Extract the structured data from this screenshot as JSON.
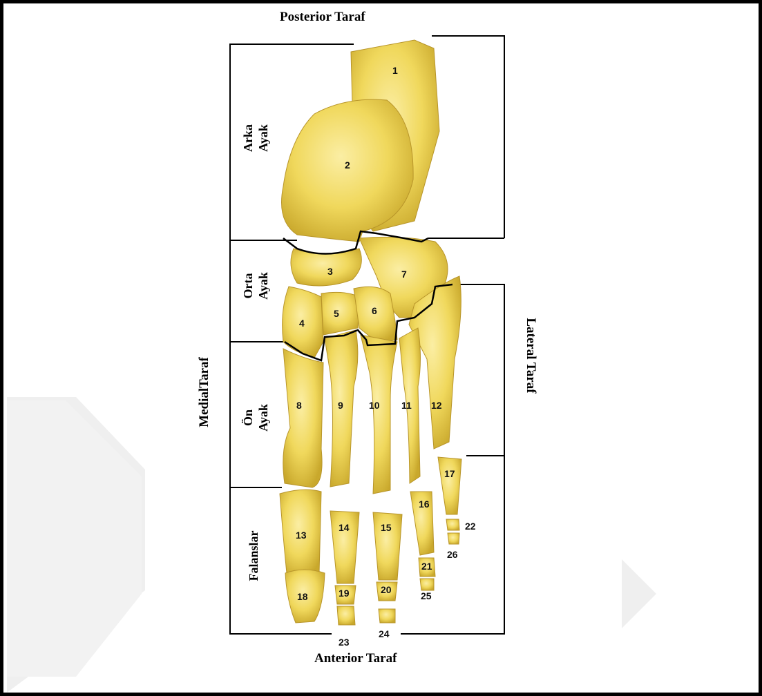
{
  "labels": {
    "posterior": "Posterior Taraf",
    "anterior": "Anterior Taraf",
    "medial": "MedialTaraf",
    "lateral": "Lateral Taraf"
  },
  "regions": {
    "hindfoot": {
      "line1": "Arka",
      "line2": "Ayak"
    },
    "midfoot": {
      "line1": "Orta",
      "line2": "Ayak"
    },
    "forefoot": {
      "line1": "Ön",
      "line2": "Ayak"
    },
    "phalanges": {
      "line1": "Falanslar"
    }
  },
  "bone_numbers": [
    "1",
    "2",
    "3",
    "4",
    "5",
    "6",
    "7",
    "8",
    "9",
    "10",
    "11",
    "12",
    "13",
    "14",
    "15",
    "16",
    "17",
    "18",
    "19",
    "20",
    "21",
    "22",
    "23",
    "24",
    "25",
    "26"
  ],
  "colors": {
    "bone": "#f3dc6a",
    "bone_shadow": "#cfae2e",
    "bone_highlight": "#fbeea4",
    "line": "#000000",
    "watermark": "#efefef"
  }
}
